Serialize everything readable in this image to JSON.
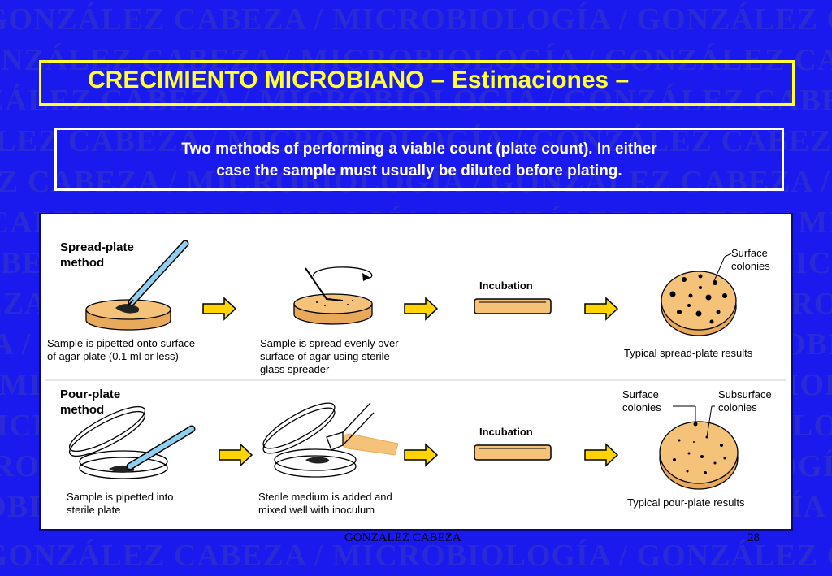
{
  "watermark_text": "GONZÁLEZ CABEZA / MICROBIOLOGÍA / GONZÁLEZ CABEZA / MICROBIOLOGÍA / GONZÁLEZ CABEZA / MICROBIOLOGÍA",
  "title": "CRECIMIENTO MICROBIANO – Estimaciones –",
  "caption_line1": "Two methods of performing a viable count (plate count). In either",
  "caption_line2": "case the sample must usually be diluted before plating.",
  "spread": {
    "method_line1": "Spread-plate",
    "method_line2": "method",
    "step1_line1": "Sample is pipetted onto surface",
    "step1_line2": "of agar plate (0.1 ml or less)",
    "step2_line1": "Sample is spread evenly over",
    "step2_line2": "surface of agar using sterile",
    "step2_line3": "glass spreader",
    "incubation": "Incubation",
    "colonies_line1": "Surface",
    "colonies_line2": "colonies",
    "result": "Typical spread-plate results"
  },
  "pour": {
    "method_line1": "Pour-plate",
    "method_line2": "method",
    "step1_line1": "Sample is pipetted into",
    "step1_line2": "sterile plate",
    "step2_line1": "Sterile medium is added and",
    "step2_line2": "mixed well with inoculum",
    "incubation": "Incubation",
    "surface_line1": "Surface",
    "surface_line2": "colonies",
    "subsurface_line1": "Subsurface",
    "subsurface_line2": "colonies",
    "result": "Typical pour-plate results"
  },
  "footer_center": "GONZALEZ CABEZA",
  "footer_page": "28",
  "colors": {
    "background": "#1a1aee",
    "title": "#ffff33",
    "agar": "#f5c27a",
    "arrow": "#ffd400"
  }
}
